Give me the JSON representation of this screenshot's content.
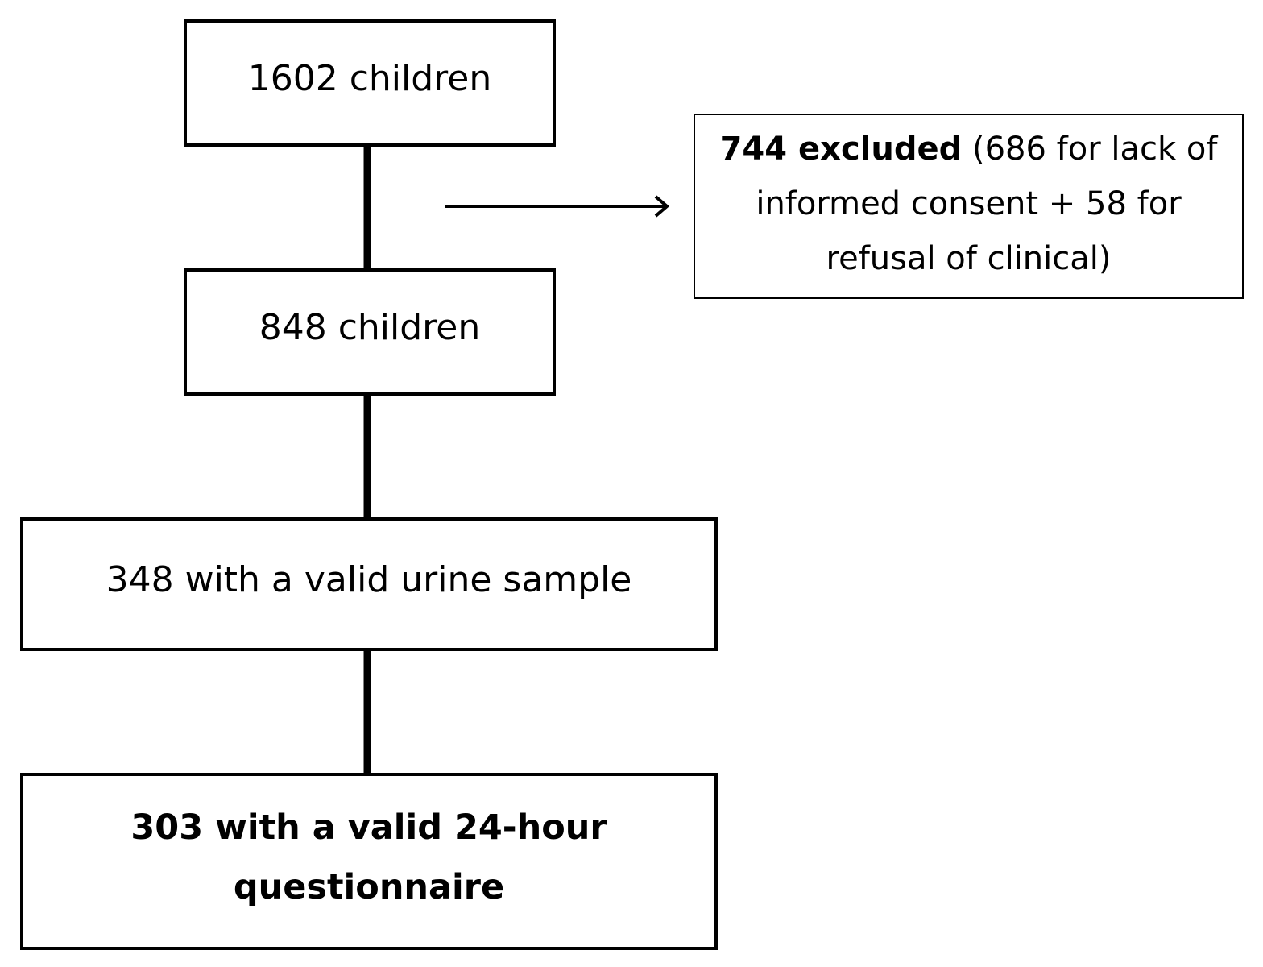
{
  "flow": {
    "step_1": "1602 children",
    "step_2": "848 children",
    "step_3": "348 with a valid urine sample",
    "step_4_line_1": "303 with a valid 24-hour",
    "step_4_line_2": "questionnaire"
  },
  "excluded": {
    "bold": "744 excluded",
    "line_1_rest": " (686 for lack of",
    "line_2": "informed consent + 58 for",
    "line_3": "refusal of clinical)"
  }
}
